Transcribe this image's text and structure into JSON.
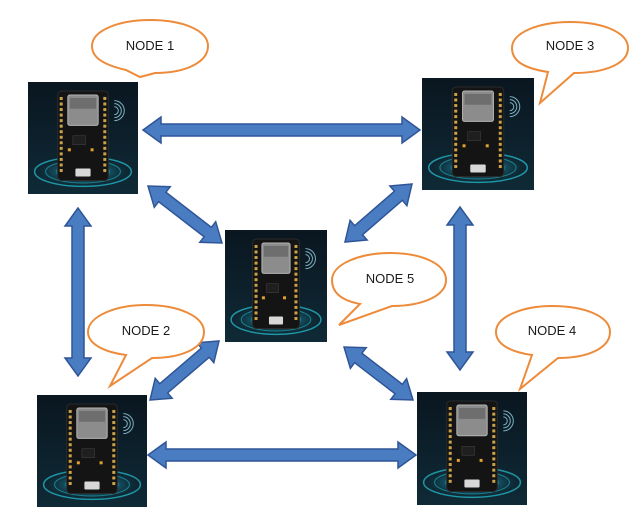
{
  "colors": {
    "arrow_fill": "#4a7cc2",
    "arrow_stroke": "#2f5597",
    "bubble_stroke": "#ed8b3a",
    "bubble_fill": "#ffffff",
    "board_bg": "#0b1a24",
    "glow": "#27c4d6"
  },
  "nodes": [
    {
      "id": "node1",
      "label": "NODE 1",
      "icon": "esp32-board-icon"
    },
    {
      "id": "node2",
      "label": "NODE 2",
      "icon": "esp32-board-icon"
    },
    {
      "id": "node3",
      "label": "NODE 3",
      "icon": "esp32-board-icon"
    },
    {
      "id": "node4",
      "label": "NODE 4",
      "icon": "esp32-board-icon"
    },
    {
      "id": "node5",
      "label": "NODE 5",
      "icon": "esp32-board-icon"
    }
  ],
  "links": [
    {
      "from": "node1",
      "to": "node3"
    },
    {
      "from": "node2",
      "to": "node4"
    },
    {
      "from": "node1",
      "to": "node2"
    },
    {
      "from": "node3",
      "to": "node4"
    },
    {
      "from": "node1",
      "to": "node5"
    },
    {
      "from": "node3",
      "to": "node5"
    },
    {
      "from": "node2",
      "to": "node5"
    },
    {
      "from": "node4",
      "to": "node5"
    }
  ]
}
